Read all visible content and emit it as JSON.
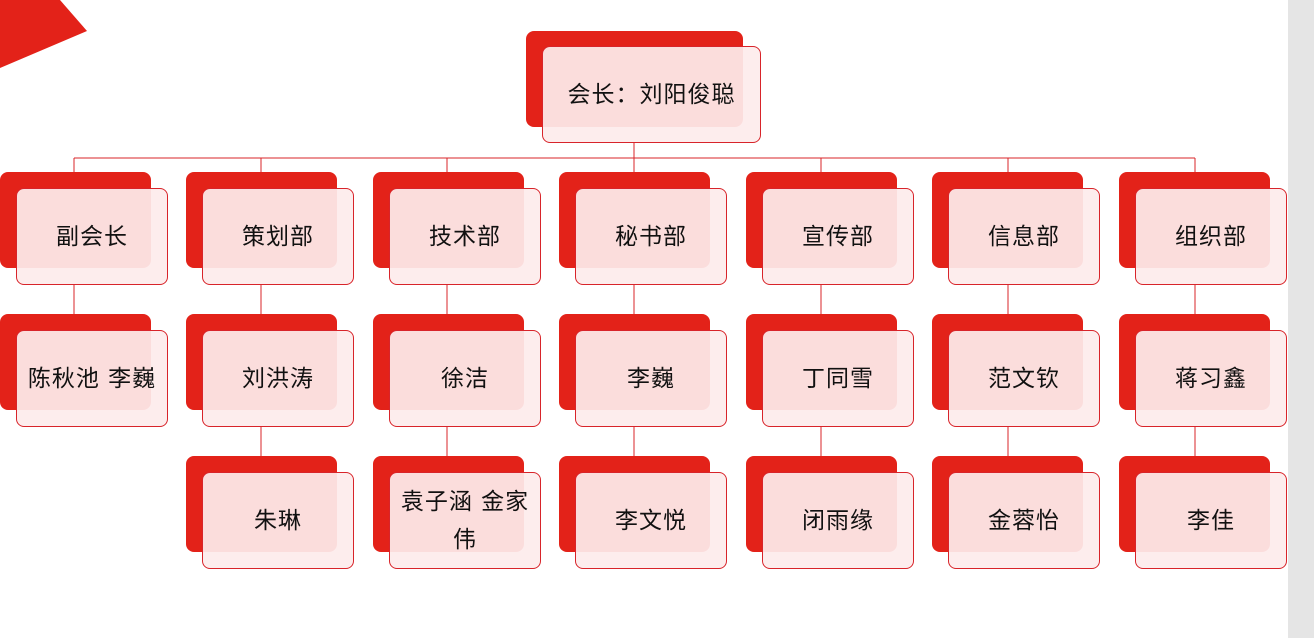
{
  "colors": {
    "accent": "#e32219",
    "box_fill": "#fdecec",
    "box_border": "#d8242a",
    "line": "#d8242a"
  },
  "root": {
    "label": "会长：刘阳俊聪"
  },
  "columns": [
    {
      "head": "副会长",
      "members": [
        "陈秋池  李巍"
      ]
    },
    {
      "head": "策划部",
      "members": [
        "刘洪涛",
        "朱琳"
      ]
    },
    {
      "head": "技术部",
      "members": [
        "徐洁",
        "袁子涵 金家伟"
      ]
    },
    {
      "head": "秘书部",
      "members": [
        "李巍",
        "李文悦"
      ]
    },
    {
      "head": "宣传部",
      "members": [
        "丁同雪",
        "闭雨缘"
      ]
    },
    {
      "head": "信息部",
      "members": [
        "范文钦",
        "金蓉怡"
      ]
    },
    {
      "head": "组织部",
      "members": [
        "蒋习鑫",
        "李佳"
      ]
    }
  ]
}
